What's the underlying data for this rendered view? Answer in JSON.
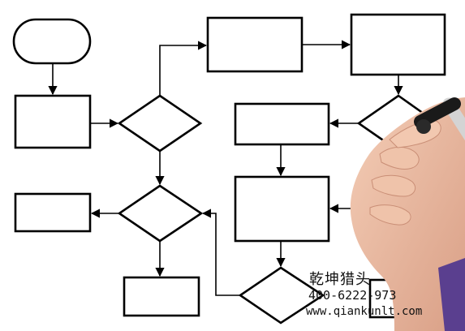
{
  "diagram": {
    "type": "flowchart",
    "nodes": [
      {
        "id": "start",
        "shape": "terminator"
      },
      {
        "id": "process-1",
        "shape": "process"
      },
      {
        "id": "decision-1",
        "shape": "decision"
      },
      {
        "id": "process-2",
        "shape": "process"
      },
      {
        "id": "process-3",
        "shape": "process"
      },
      {
        "id": "decision-2",
        "shape": "decision"
      },
      {
        "id": "process-4",
        "shape": "process"
      },
      {
        "id": "decision-3",
        "shape": "decision"
      },
      {
        "id": "process-5",
        "shape": "process"
      },
      {
        "id": "process-6",
        "shape": "process"
      },
      {
        "id": "process-7",
        "shape": "process"
      },
      {
        "id": "decision-4",
        "shape": "decision"
      },
      {
        "id": "decision-5",
        "shape": "decision"
      },
      {
        "id": "process-8",
        "shape": "process"
      }
    ]
  },
  "watermark": {
    "name": "乾坤猎头",
    "phone": "400-6222-973",
    "url": "www.qiankunlt.com"
  },
  "colors": {
    "stroke": "#000000",
    "background": "#ffffff",
    "skin": "#e9b9a0",
    "marker": "#1a1a1a"
  }
}
